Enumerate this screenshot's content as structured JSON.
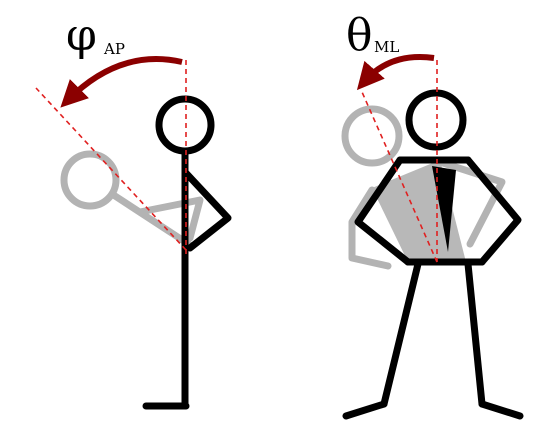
{
  "labels": {
    "left": {
      "symbol": "φ",
      "subscript": "AP"
    },
    "right": {
      "symbol": "θ",
      "subscript": "ML"
    }
  },
  "colors": {
    "figure": "#000000",
    "ghost": "#b3b3b3",
    "arrow": "#8b0000",
    "axis_line": "#e02020",
    "wedge_fill": "#000000",
    "ghost_fill": "#b8b8b8"
  }
}
